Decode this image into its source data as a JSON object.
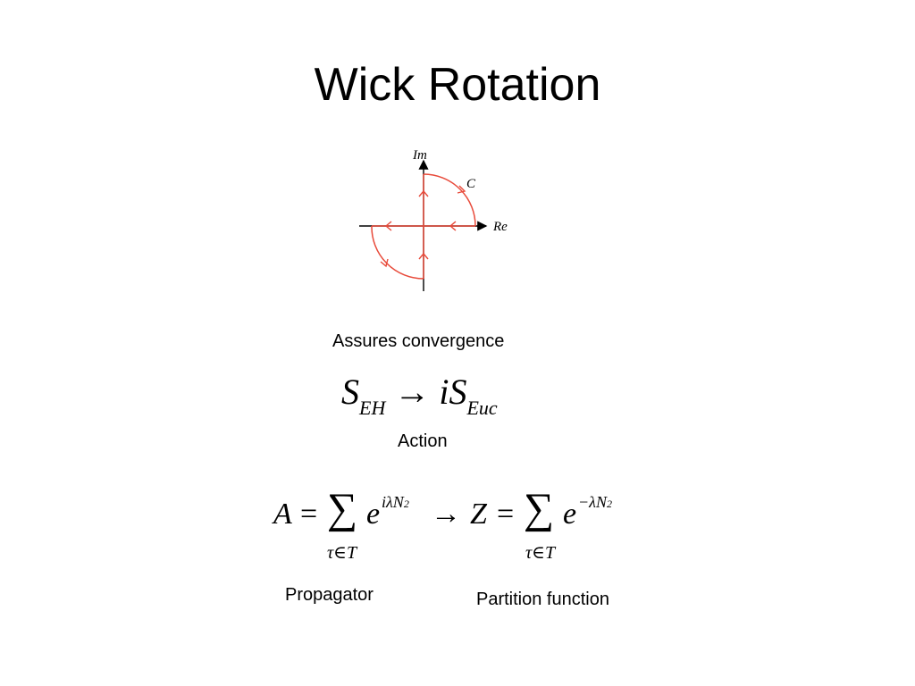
{
  "title": "Wick Rotation",
  "diagram": {
    "axis_im_label": "Im",
    "axis_re_label": "Re",
    "contour_label": "C",
    "contour_color": "#e84a3a",
    "axis_color": "#000000"
  },
  "captions": {
    "convergence": "Assures convergence",
    "action": "Action",
    "propagator": "Propagator",
    "partition": "Partition function"
  },
  "equation_action": {
    "lhs": "S",
    "lhs_sub": "EH",
    "arrow": "→",
    "rhs_prefix": "iS",
    "rhs_sub": "Euc"
  },
  "equation_sum": {
    "a": "A",
    "eq": "=",
    "sigma": "∑",
    "e": "e",
    "exp1": "iλN",
    "exp1_sub": "2",
    "arrow": "→",
    "z": "Z",
    "exp2": "−λN",
    "exp2_sub": "2",
    "limit": "τ∈T"
  }
}
